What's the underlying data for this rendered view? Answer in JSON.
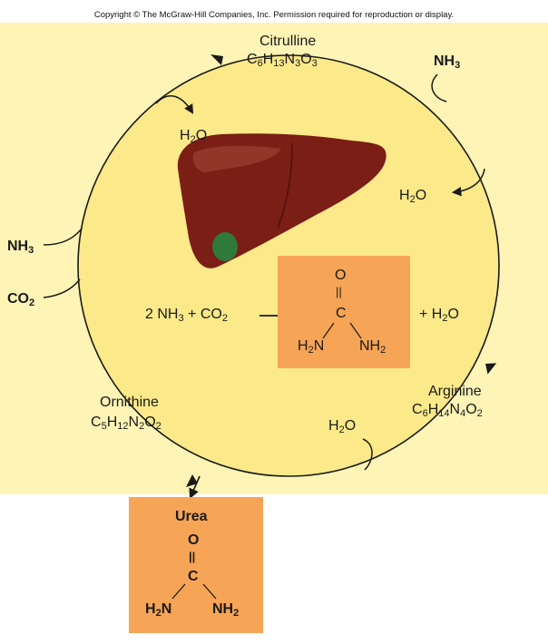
{
  "copyright": "Copyright © The McGraw-Hill Companies, Inc. Permission required for reproduction or display.",
  "colors": {
    "cycle_fill": "#fbe98a",
    "left_panel": "#fdf4b6",
    "urea_box": "#f6a455",
    "arrow": "#1a1a1a",
    "liver": "#7a1e16",
    "gallbladder": "#2f7a3a"
  },
  "citrulline": {
    "name": "Citrulline",
    "formula": [
      "C",
      "6",
      "H",
      "13",
      "N",
      "3",
      "O",
      "3"
    ]
  },
  "arginine": {
    "name": "Arginine",
    "formula": [
      "C",
      "6",
      "H",
      "14",
      "N",
      "4",
      "O",
      "2"
    ]
  },
  "ornithine": {
    "name": "Ornithine",
    "formula": [
      "C",
      "5",
      "H",
      "12",
      "N",
      "2",
      "O",
      "2"
    ]
  },
  "inputs_left": {
    "nh3": [
      "NH",
      "3"
    ],
    "co2": [
      "CO",
      "2"
    ]
  },
  "input_top_right": [
    "NH",
    "3"
  ],
  "water": [
    "H",
    "2",
    "O"
  ],
  "reaction": {
    "reactants": [
      "2 NH",
      "3",
      " + CO",
      "2"
    ],
    "byproduct": [
      "+ H",
      "2",
      "O"
    ]
  },
  "urea_structure": {
    "o": "O",
    "double_bond": "||",
    "c": "C",
    "left": [
      "H",
      "2",
      "N"
    ],
    "right": [
      "NH",
      "2"
    ]
  },
  "urea_box": {
    "title": "Urea"
  }
}
